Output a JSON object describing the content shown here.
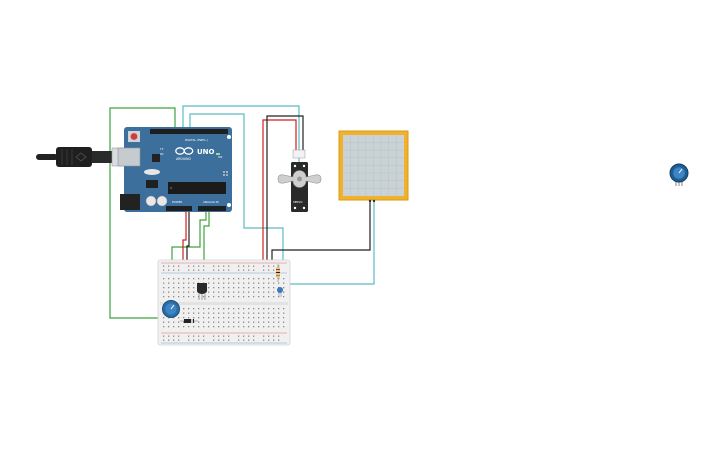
{
  "canvas": {
    "background": "#ffffff"
  },
  "arduino": {
    "logo_text": "ARDUINO",
    "model": "UNO",
    "header_digital": "DIGITAL (PWM~)",
    "header_power": "POWER",
    "header_analog": "ANALOG IN",
    "label_on": "ON",
    "label_tx": "TX",
    "label_rx": "RX",
    "board_color": "#3d6f9c"
  },
  "servo": {
    "label": "SERVO"
  },
  "colors": {
    "wire_green": "#3ea33e",
    "wire_cyan": "#5bbcc4",
    "wire_red": "#d21f1f",
    "wire_black": "#222222",
    "lcd_frame": "#f2b12c",
    "lcd_screen": "#c9d2d4",
    "pot_knob": "#2b6ea8"
  },
  "components": [
    "usb-cable",
    "arduino-uno",
    "breadboard",
    "servo",
    "lcd-display",
    "potentiometer",
    "temperature-sensor",
    "resistor",
    "diode",
    "potentiometer-standalone"
  ]
}
